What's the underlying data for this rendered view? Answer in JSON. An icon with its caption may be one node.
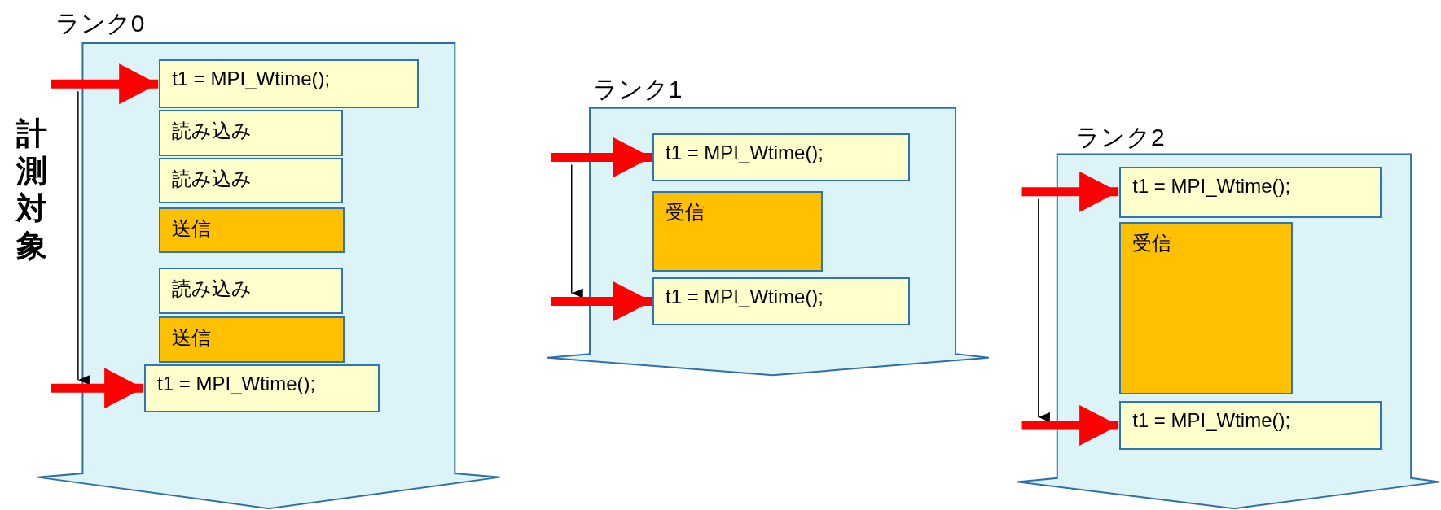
{
  "diagram": {
    "nodes": [
      {
        "text": [
          "ランク0"
        ]
      },
      {
        "text": [
          "t1 = MPI_Wtime();"
        ],
        "in": 0
      },
      {
        "text": [
          "読み込み"
        ],
        "in": 0
      },
      {
        "text": [
          "読み込み"
        ],
        "in": 0
      },
      {
        "text": [
          "送信"
        ],
        "in": 0
      },
      {
        "text": [
          "読み込み"
        ],
        "in": 0
      },
      {
        "text": [
          "送信"
        ],
        "in": 0
      },
      {
        "text": [
          "t1 = MPI_Wtime();"
        ],
        "in": 0
      },
      {
        "text": [
          "ランク1"
        ]
      },
      {
        "text": [
          "t1 = MPI_Wtime();"
        ],
        "in": 8
      },
      {
        "text": [
          "受信"
        ],
        "in": 8
      },
      {
        "text": [
          "t1 = MPI_Wtime();"
        ],
        "in": 8
      },
      {
        "text": [
          "ランク2"
        ]
      },
      {
        "text": [
          "t1 = MPI_Wtime();"
        ],
        "in": 12
      },
      {
        "text": [
          "受信"
        ],
        "in": 12
      },
      {
        "text": [
          "t1 = MPI_Wtime();"
        ],
        "in": 12
      }
    ],
    "edges": [
      {
        "from": null,
        "to": 1,
        "arrow": "to"
      },
      {
        "from": null,
        "to": 7,
        "arrow": "to"
      },
      {
        "from": null,
        "to": 9,
        "arrow": "to"
      },
      {
        "from": null,
        "to": 11,
        "arrow": "to"
      },
      {
        "from": null,
        "to": 13,
        "arrow": "to"
      },
      {
        "from": null,
        "to": 15,
        "arrow": "to"
      }
    ],
    "labels": [
      "計測対象"
    ]
  }
}
